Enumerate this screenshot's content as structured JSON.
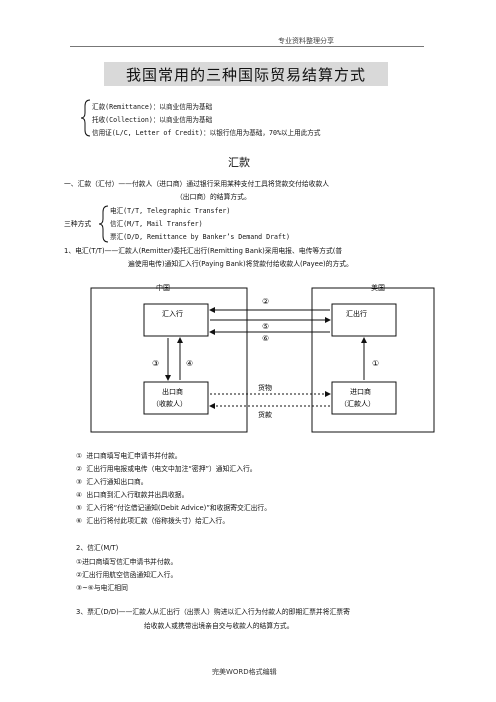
{
  "header": {
    "text": "专业资料整理分享"
  },
  "title": "我国常用的三种国际贸易结算方式",
  "overview": [
    "汇款(Remittance)：以商业信用为基础",
    "托收(Collection)：以商业信用为基础",
    "信用证(L/C, Letter of Credit)：以银行信用为基础，70%以上用此方式"
  ],
  "section_title": "汇款",
  "remittance": {
    "def_line1": "一、汇款（汇付）——付款人（进口商）通过银行采用某种支付工具将贷款交付给收款人",
    "def_line2": "（出口商）的结算方式。",
    "kinds_label": "三种方式",
    "kinds": [
      "电汇(T/T, Telegraphic Transfer)",
      "信汇(M/T, Mail Transfer)",
      "票汇(D/D, Remittance by Banker’s Demand Draft)"
    ],
    "tt_line1": "1、电汇(T/T)——汇款人(Remitter)委托汇出行(Remitting Bank)采用电报、电传等方式(普",
    "tt_line2": "遍使用电传)通知汇入行(Paying Bank)将贷款付给收款人(Payee)的方式。"
  },
  "diagram": {
    "china": "中国",
    "usa": "美国",
    "paying_bank": "汇入行",
    "remitting_bank": "汇出行",
    "exporter_1": "出口商",
    "exporter_2": "（收款人）",
    "importer_1": "进口商",
    "importer_2": "（汇款人）",
    "goods": "货物",
    "payment": "货款",
    "n1": "①",
    "n2": "②",
    "n3": "③",
    "n4": "④",
    "n5": "⑤",
    "n6": "⑥"
  },
  "steps": [
    {
      "num": "①",
      "text": "进口商填写电汇申请书并付款。"
    },
    {
      "num": "②",
      "text": "汇出行用电报或电传（电文中加注“密押”）通知汇入行。"
    },
    {
      "num": "③",
      "text": "汇入行通知出口商。"
    },
    {
      "num": "④",
      "text": "出口商到汇入行取款并出具收据。"
    },
    {
      "num": "⑤",
      "text": "汇入行将“付讫借记通知(Debit Advice)”和收据寄交汇出行。"
    },
    {
      "num": "⑥",
      "text": "汇出行将付此项汇款（俗称拨头寸）给汇入行。"
    }
  ],
  "mt": {
    "heading": "2、信汇(M/T)",
    "lines": [
      "①进口商填写信汇申请书并付款。",
      "②汇出行用航空信函通知汇入行。",
      "③~⑥与电汇相同"
    ]
  },
  "dd": {
    "line1": "3、票汇(D/D)——汇款人从汇出行（出票人）购进以汇入行为付款人的即期汇票并将汇票寄",
    "line2": "给收款人或携带出境亲自交与收款人的结算方式。"
  },
  "footer": {
    "text": "完美WORD格式编辑"
  }
}
